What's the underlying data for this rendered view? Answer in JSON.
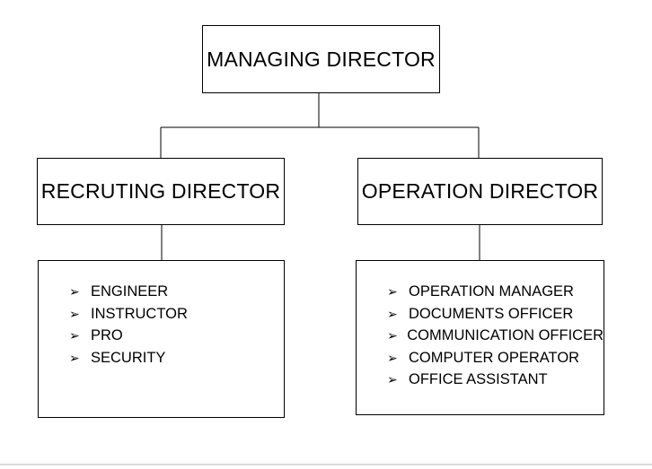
{
  "diagram": {
    "managing_director": "MANAGING DIRECTOR",
    "recruiting_director": "RECRUTING DIRECTOR",
    "operation_director": "OPERATION DIRECTOR",
    "recruiting_staff": [
      "ENGINEER",
      "INSTRUCTOR",
      "PRO",
      "SECURITY"
    ],
    "operation_staff": [
      "OPERATION MANAGER",
      "DOCUMENTS OFFICER",
      "COMMUNICATION OFFICER",
      "COMPUTER OPERATOR",
      "OFFICE ASSISTANT"
    ],
    "bullet_icon": "arrowhead-bullet-icon",
    "line_color": "#000000"
  }
}
